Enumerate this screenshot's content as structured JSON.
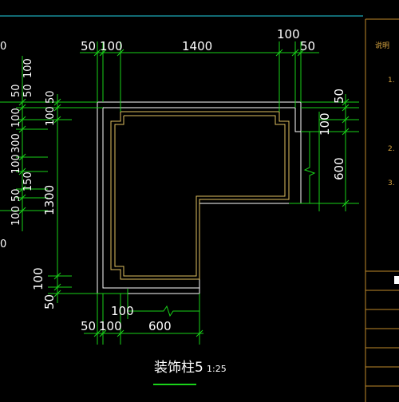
{
  "drawing": {
    "title": "装饰柱5",
    "scale": "1:25"
  },
  "top_dims": {
    "d50": "50",
    "d100": "100",
    "d1400": "1400",
    "d100_right": "100",
    "d50_right": "50"
  },
  "bottom_dims": {
    "d100_upper": "100",
    "d50": "50",
    "d100": "100",
    "d600": "600"
  },
  "left_dims": {
    "stack_top": "100",
    "stack_50_a": "50",
    "stack_50_b": "50",
    "stack_100_a": "100",
    "stack_300": "300",
    "stack_100_b": "100",
    "stack_150": "150",
    "stack_50_c": "50",
    "stack_100_c": "100",
    "overall_1300": "1300",
    "inner_100": "100",
    "inner_50": "50",
    "bottom_100": "100",
    "bottom_50": "50",
    "edge_0_top": "0",
    "edge_0_bottom": "0"
  },
  "right_dims": {
    "d50": "50",
    "d100": "100",
    "d600": "600"
  },
  "notes_panel": {
    "heading": "说明",
    "item1": "1.",
    "item2": "2.",
    "item3": "3."
  },
  "colors": {
    "dimension": "#19d219",
    "outline": "#ffffff",
    "inner_outline": "#e0c060",
    "frame": "#c08a2a",
    "cyan": "#22d3e6"
  }
}
